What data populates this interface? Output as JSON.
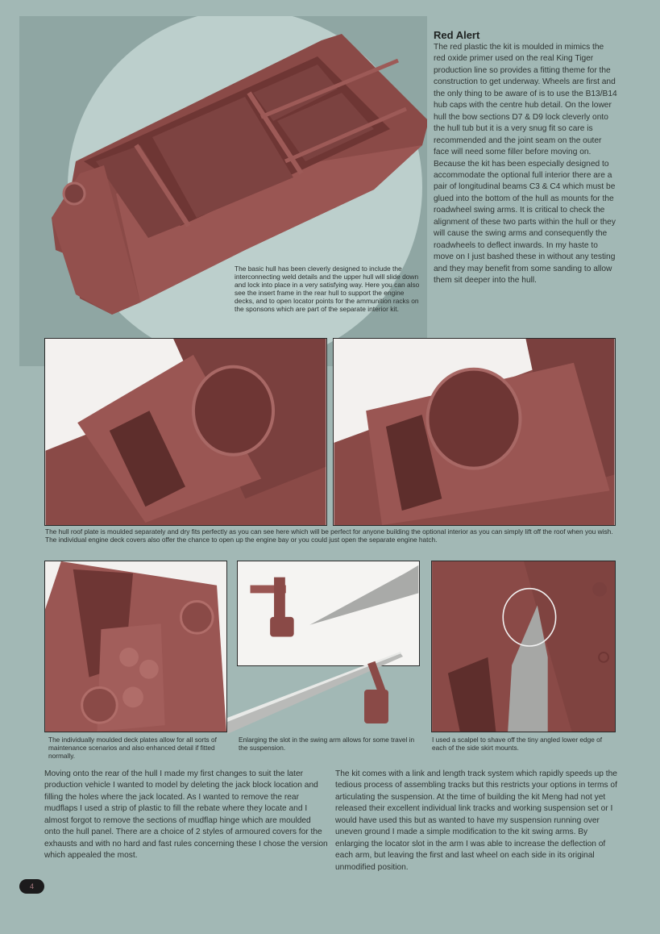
{
  "page": {
    "background_color": "#a2b8b5",
    "plastic_color": "#8a4a47",
    "page_number": "4"
  },
  "hero": {
    "image_alt": "Basic lower hull of King Tiger kit moulded in red oxide plastic",
    "caption": "The basic hull has been cleverly designed to include the interconnecting weld details and the upper hull will slide down and lock into place in a very satisfying way. Here you can also see the insert frame in the rear hull to support the engine decks, and to open locator points for the ammunition racks on the sponsons which are part of the separate interior kit."
  },
  "sidebar": {
    "title": "Red Alert",
    "body": "The red plastic the kit is moulded in mimics the red oxide primer used on the real King Tiger production line so provides a fitting theme for the construction to get underway. Wheels are first and the only thing to be aware of is to use the B13/B14 hub caps with the centre hub detail. On the lower hull the bow sections D7 & D9 lock cleverly onto the hull tub but it is a very snug fit so care is recommended and the joint seam on the outer face will need some filler before moving on. Because the kit has been especially designed to accommodate the optional full interior there are a pair of longitudinal beams C3 & C4 which must be glued into the bottom of the hull as mounts for the roadwheel swing arms. It is critical to check the alignment of these two parts within the hull or they will cause the swing arms and consequently the roadwheels to deflect inwards. In my haste to move on I just bashed these in without any testing and they may benefit from some sanding to allow them sit deeper into the hull."
  },
  "roof_photos": {
    "left_alt": "Hull roof plate lifted off the hull",
    "right_alt": "Hull roof plate dry fitted onto the hull",
    "caption": "The hull roof plate is moulded separately and dry fits perfectly as you can see here which will be perfect for anyone building the optional interior as you can simply lift off the roof when you wish. The individual engine deck covers also offer the chance to open up the engine bay or you could just open the separate engine hatch."
  },
  "detail_photos": [
    {
      "alt": "Engine deck plates with fan grilles",
      "caption": "The individually moulded deck plates allow for all sorts of maintenance scenarios and also enhanced detail if fitted normally."
    },
    {
      "alt": "Swing arm slot being enlarged with a blade, held with tweezers",
      "caption": "Enlarging the slot in the swing arm allows for some travel in the suspension."
    },
    {
      "alt": "Scalpel shaving side skirt mount, circled",
      "caption": "I used a scalpel to shave off the tiny angled lower edge of each of the side skirt mounts."
    }
  ],
  "body": {
    "left": "Moving onto the rear of the hull I made my first changes to suit the later production vehicle I wanted to model by deleting the jack block location and filling the holes where the jack located. As I wanted to remove the rear mudflaps I used a strip of plastic to fill the rebate where they locate and I almost forgot to remove the sections of mudflap hinge which are moulded onto the hull panel. There are a choice of 2 styles of armoured covers for the exhausts and with no hard and fast rules concerning these I chose the version which appealed the most.",
    "right": "The kit comes with a link and length track system which rapidly speeds up the tedious process of assembling tracks but this restricts your options in terms of articulating the suspension. At the time of building the kit Meng had not yet released their excellent individual link tracks and working suspension set or I would have used this but as wanted to have my suspension running over uneven ground I made a simple modification to the kit swing arms. By enlarging the locator slot in the arm I was able to increase the deflection of each arm, but leaving the first and last wheel on each side in its original unmodified position."
  }
}
